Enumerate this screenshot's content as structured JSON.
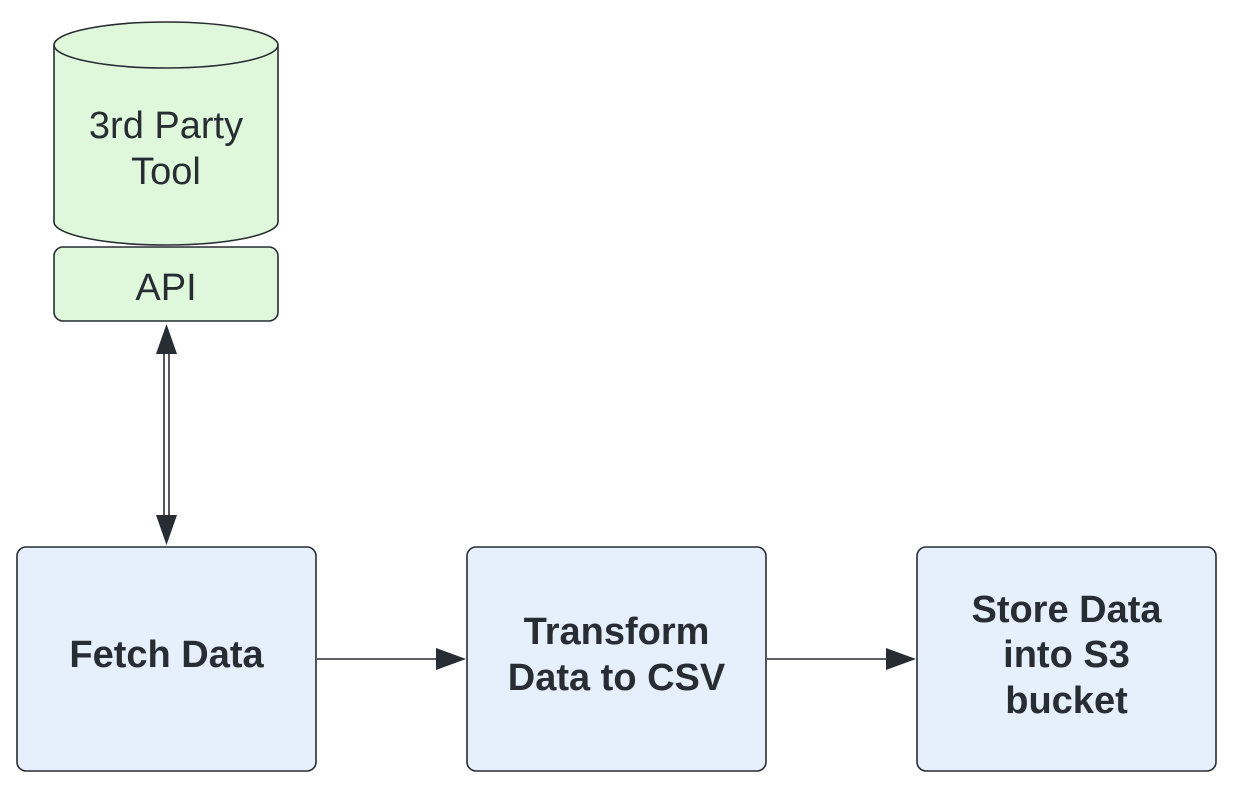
{
  "nodes": {
    "database": {
      "label": "3rd Party\nTool"
    },
    "api": {
      "label": "API"
    },
    "fetch": {
      "label": "Fetch Data"
    },
    "transform": {
      "label": "Transform\nData to CSV"
    },
    "store": {
      "label": "Store Data\ninto S3\nbucket"
    }
  },
  "colors": {
    "green_fill": "#dff8dc",
    "blue_fill": "#e6f0fc",
    "stroke": "#282c33",
    "text": "#282c33"
  }
}
